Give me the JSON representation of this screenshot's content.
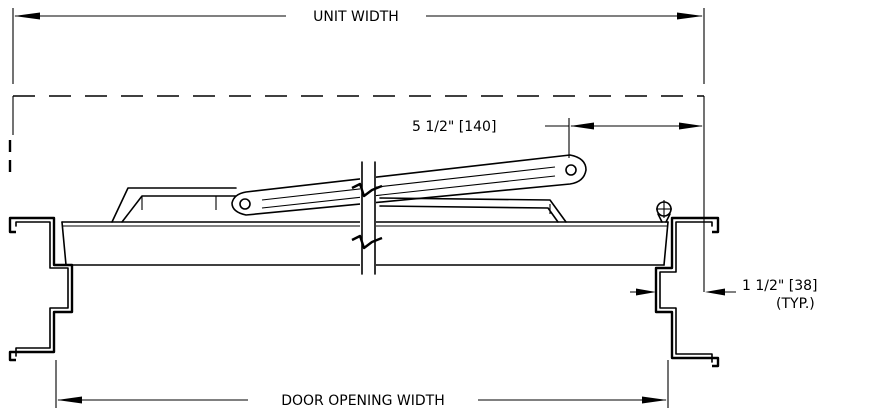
{
  "labels": {
    "unit_width": "UNIT WIDTH",
    "door_opening_width": "DOOR OPENING WIDTH",
    "arm_offset": "5 1/2\" [140]",
    "flange_depth": "1 1/2\" [38]",
    "typical": "(TYP.)"
  },
  "colors": {
    "line": "#000000",
    "background": "#ffffff"
  }
}
